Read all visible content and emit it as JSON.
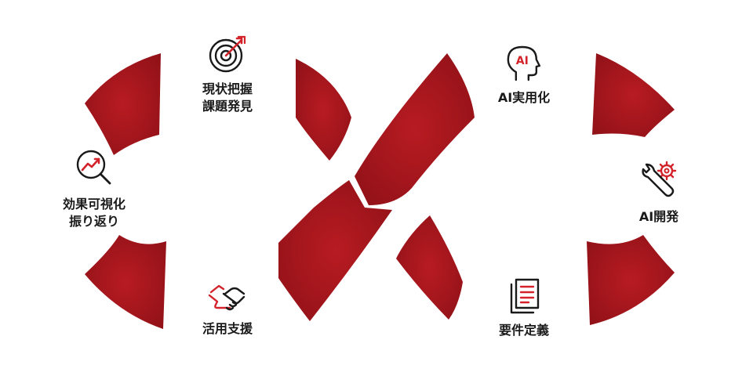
{
  "steps": [
    {
      "id": "understand",
      "lines": [
        "現状把握",
        "課題発見"
      ],
      "icon": "target-icon"
    },
    {
      "id": "review",
      "lines": [
        "効果可視化",
        "振り返り"
      ],
      "icon": "magnifier-chart-icon"
    },
    {
      "id": "support",
      "lines": [
        "活用支援"
      ],
      "icon": "handshake-icon"
    },
    {
      "id": "requirements",
      "lines": [
        "要件定義"
      ],
      "icon": "document-icon"
    },
    {
      "id": "development",
      "lines": [
        "AI開発"
      ],
      "icon": "wrench-gear-icon"
    },
    {
      "id": "deployment",
      "lines": [
        "AI実用化"
      ],
      "icon": "ai-head-icon"
    }
  ],
  "head_icon_text": "AI",
  "colors": {
    "accent": "#a8151c",
    "accent_dark": "#7e0f14",
    "icon_stroke": "#1a1a1a",
    "icon_accent": "#d3222a"
  }
}
